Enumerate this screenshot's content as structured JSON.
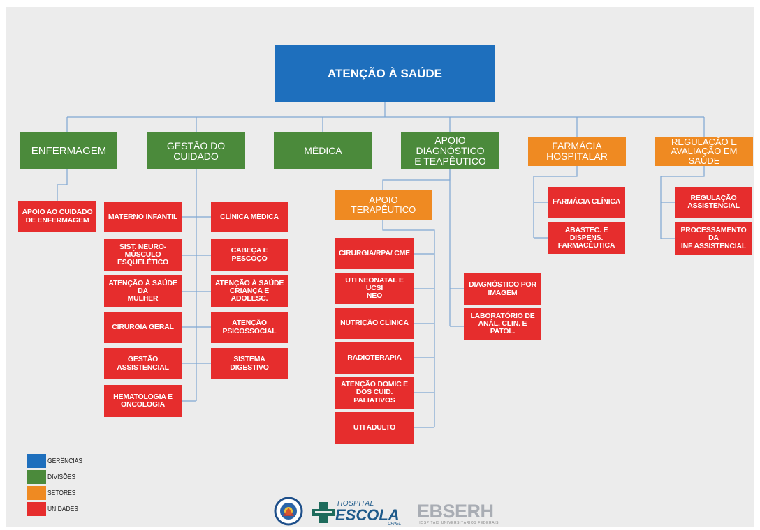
{
  "colors": {
    "gerencia": "#1e6fbd",
    "divisao": "#4b8a3b",
    "setor": "#ef8a22",
    "unidade": "#e62d2d",
    "line": "#7fa7d3"
  },
  "root": {
    "label": "ATENÇÃO À SAÚDE"
  },
  "divisions": [
    {
      "id": "enfermagem",
      "label": "ENFERMAGEM",
      "type": "divisao"
    },
    {
      "id": "gestao",
      "label": "GESTÃO DO CUIDADO",
      "type": "divisao"
    },
    {
      "id": "medica",
      "label": "MÉDICA",
      "type": "divisao"
    },
    {
      "id": "apoio_diag",
      "label": "APOIO DIAGNÓSTICO\nE TEAPÊUTICO",
      "type": "divisao"
    },
    {
      "id": "farmacia",
      "label": "FARMÁCIA\nHOSPITALAR",
      "type": "setor"
    },
    {
      "id": "regulacao",
      "label": "REGULAÇÃO E\nAVALIAÇÃO EM SAÚDE",
      "type": "setor"
    }
  ],
  "enfermagem_units": [
    {
      "label": "APOIO AO CUIDADO\nDE ENFERMAGEM"
    }
  ],
  "gestao_units_left": [
    {
      "label": "MATERNO INFANTIL"
    },
    {
      "label": "SIST. NEURO-MÚSCULO\nESQUELÉTICO"
    },
    {
      "label": "ATENÇÃO À SAÚDE DA\nMULHER"
    },
    {
      "label": "CIRURGIA GERAL"
    },
    {
      "label": "GESTÃO ASSISTENCIAL"
    },
    {
      "label": "HEMATOLOGIA E\nONCOLOGIA"
    }
  ],
  "gestao_units_right": [
    {
      "label": "CLÍNICA MÉDICA"
    },
    {
      "label": "CABEÇA E PESCOÇO"
    },
    {
      "label": "ATENÇÃO À SAÚDE\nCRIANÇA E ADOLESC."
    },
    {
      "label": "ATENÇÃO\nPSICOSSOCIAL"
    },
    {
      "label": "SISTEMA DIGESTIVO"
    }
  ],
  "apoio_terapeutico": {
    "label": "APOIO TERAPÊUTICO"
  },
  "apoio_terapeutico_units": [
    {
      "label": "CIRURGIA/RPA/ CME"
    },
    {
      "label": "UTI NEONATAL E UCSI\nNEO"
    },
    {
      "label": "NUTRIÇÃO CLÍNICA"
    },
    {
      "label": "RADIOTERAPIA"
    },
    {
      "label": "ATENÇÃO DOMIC E\nDOS CUID. PALIATIVOS"
    },
    {
      "label": "UTI ADULTO"
    }
  ],
  "diagnostico_units": [
    {
      "label": "DIAGNÓSTICO POR\nIMAGEM"
    },
    {
      "label": "LABORATÓRIO DE\nANÁL. CLIN. E PATOL."
    }
  ],
  "farmacia_units": [
    {
      "label": "FARMÁCIA CLÍNICA"
    },
    {
      "label": "ABASTEC. E DISPENS.\nFARMACÊUTICA"
    }
  ],
  "regulacao_units": [
    {
      "label": "REGULAÇÃO\nASSISTENCIAL"
    },
    {
      "label": "PROCESSAMENTO DA\nINF ASSISTENCIAL"
    }
  ],
  "legend": [
    {
      "label": "GERÊNCIAS",
      "color": "#1e6fbd"
    },
    {
      "label": "DIVISÕES",
      "color": "#4b8a3b"
    },
    {
      "label": "SETORES",
      "color": "#ef8a22"
    },
    {
      "label": "UNIDADES",
      "color": "#e62d2d"
    }
  ],
  "logos": {
    "hospital_escola_line1": "HOSPITAL",
    "hospital_escola_line2": "ESCOLA",
    "hospital_escola_sub": "UFPEL",
    "ebserh": "EBSERH",
    "ebserh_sub": "HOSPITAIS UNIVERSITÁRIOS FEDERAIS"
  }
}
